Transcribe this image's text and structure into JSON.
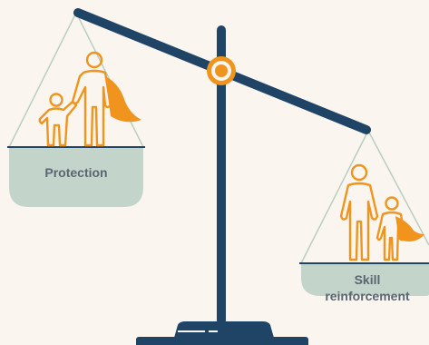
{
  "diagram": {
    "left_pan": {
      "label": "Protection"
    },
    "right_pan": {
      "label_line1": "Skill",
      "label_line2": "reinforcement"
    },
    "colors": {
      "background": "#faf6ef",
      "beam": "#1f4466",
      "pan_fill": "#c3d4cb",
      "pan_rim": "#1f4466",
      "strings": "#b9cdc2",
      "figure_stroke": "#f0941e",
      "cape": "#f0941e",
      "label": "#5b6670"
    },
    "icons": {
      "pivot": "pivot-circle-icon",
      "left_figures": [
        "adult-superhero-icon",
        "child-icon"
      ],
      "right_figures": [
        "adult-icon",
        "child-superhero-icon"
      ]
    }
  }
}
